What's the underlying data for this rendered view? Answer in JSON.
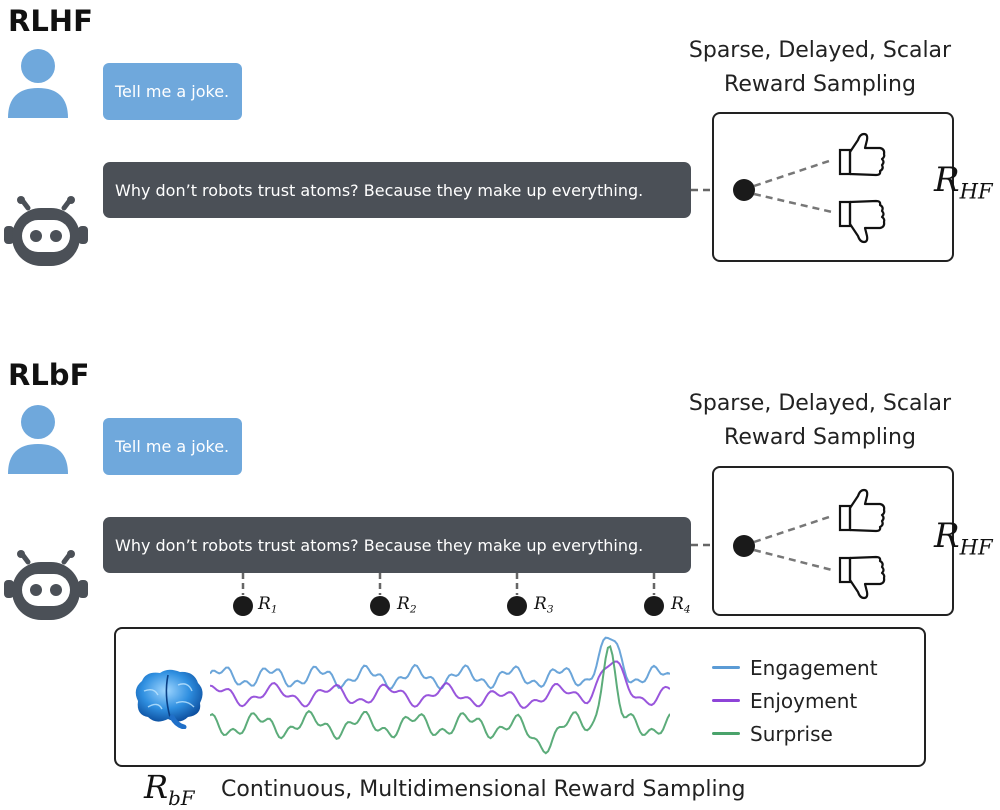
{
  "rlhf": {
    "title": "RLHF",
    "user_message": "Tell me a joke.",
    "bot_message": "Why don’t robots trust atoms? Because they make up everything.",
    "reward_title_line1": "Sparse, Delayed, Scalar",
    "reward_title_line2": "Reward Sampling",
    "reward_symbol": "R",
    "reward_symbol_sub": "HF"
  },
  "rlbf": {
    "title": "RLbF",
    "user_message": "Tell me a joke.",
    "bot_message": "Why don’t robots trust atoms? Because they make up everything.",
    "reward_title_line1": "Sparse, Delayed, Scalar",
    "reward_title_line2": "Reward Sampling",
    "reward_symbol": "R",
    "reward_symbol_sub": "HF",
    "taps": [
      {
        "label": "R",
        "sub": "1"
      },
      {
        "label": "R",
        "sub": "2"
      },
      {
        "label": "R",
        "sub": "3"
      },
      {
        "label": "R",
        "sub": "4"
      }
    ],
    "signals_legend": [
      {
        "name": "Engagement",
        "color": "#5b9bd5"
      },
      {
        "name": "Enjoyment",
        "color": "#8e44d8"
      },
      {
        "name": "Surprise",
        "color": "#4aa36b"
      }
    ],
    "bottom_symbol": "R",
    "bottom_symbol_sub": "bF",
    "bottom_caption": "Continuous, Multidimensional Reward Sampling"
  }
}
